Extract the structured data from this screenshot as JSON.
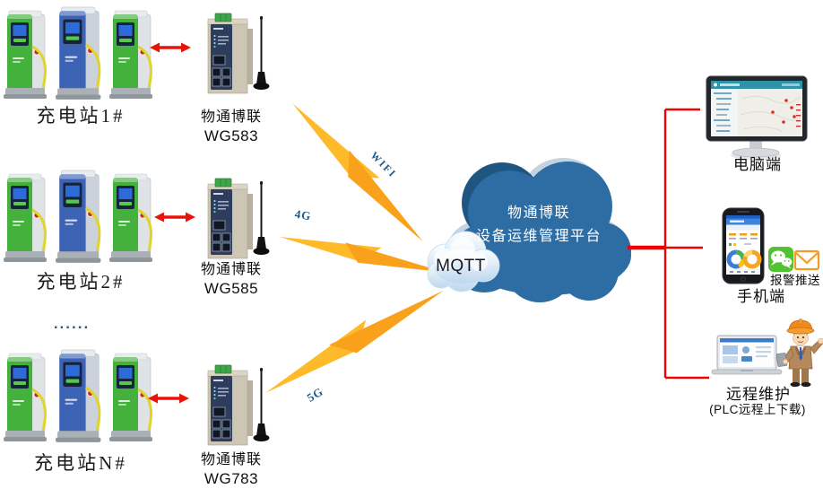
{
  "stations": [
    {
      "label": "充电站1#"
    },
    {
      "label": "充电站2#"
    },
    {
      "label": "充电站N#"
    }
  ],
  "ellipsis": "......",
  "gateways": [
    {
      "brand": "物通博联",
      "model": "WG583"
    },
    {
      "brand": "物通博联",
      "model": "WG585"
    },
    {
      "brand": "物通博联",
      "model": "WG783"
    }
  ],
  "links": {
    "wifi": "WIFI",
    "g4": "4G",
    "g5": "5G",
    "mqtt": "MQTT"
  },
  "cloud": {
    "line1": "物通博联",
    "line2": "设备运维管理平台"
  },
  "clients": {
    "pc": {
      "label": "电脑端"
    },
    "mobile": {
      "label": "手机端",
      "push_label": "报警推送"
    },
    "remote": {
      "label": "远程维护",
      "sub_label": "(PLC远程上下载)"
    }
  },
  "colors": {
    "cloud_blue": "#2d6da4",
    "cloud_shadow": "#c5d2df",
    "bolt_orange": "#fbab1e",
    "link_red": "#f40000",
    "label_blue": "#1e5b8c",
    "wechat_green": "#51c332",
    "mail_orange": "#f59b22",
    "pile_green": "#44b13c",
    "pile_blue": "#3c63b4"
  }
}
